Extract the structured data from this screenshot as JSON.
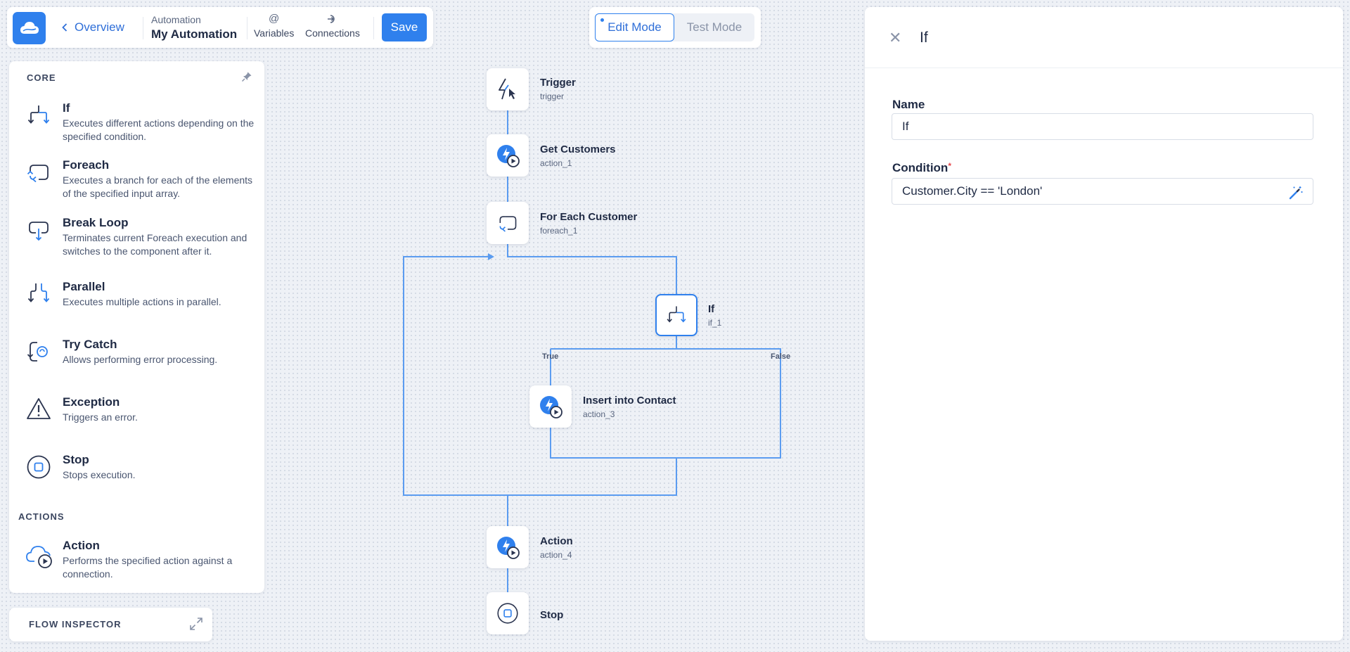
{
  "header": {
    "back_label": "Overview",
    "breadcrumb_parent": "Automation",
    "breadcrumb_title": "My Automation",
    "variables_label": "Variables",
    "connections_label": "Connections",
    "save_label": "Save"
  },
  "modes": {
    "edit": "Edit Mode",
    "test": "Test Mode"
  },
  "palette": {
    "core_heading": "CORE",
    "actions_heading": "ACTIONS",
    "items": [
      {
        "title": "If",
        "desc": "Executes different actions depending on the specified condition.",
        "icon": "if-branch-icon"
      },
      {
        "title": "Foreach",
        "desc": "Executes a branch for each of the elements of the specified input array.",
        "icon": "foreach-loop-icon"
      },
      {
        "title": "Break Loop",
        "desc": "Terminates current Foreach execution and switches to the component after it.",
        "icon": "break-loop-icon"
      },
      {
        "title": "Parallel",
        "desc": "Executes multiple actions in parallel.",
        "icon": "parallel-icon"
      },
      {
        "title": "Try Catch",
        "desc": "Allows performing error processing.",
        "icon": "try-catch-icon"
      },
      {
        "title": "Exception",
        "desc": "Triggers an error.",
        "icon": "warning-triangle-icon"
      },
      {
        "title": "Stop",
        "desc": "Stops execution.",
        "icon": "stop-icon"
      }
    ],
    "action_item": {
      "title": "Action",
      "desc": "Performs the specified action against a connection.",
      "icon": "cloud-play-icon"
    }
  },
  "inspector": {
    "label": "FLOW INSPECTOR"
  },
  "flow": {
    "nodes": [
      {
        "title": "Trigger",
        "id": "trigger"
      },
      {
        "title": "Get Customers",
        "id": "action_1"
      },
      {
        "title": "For Each Customer",
        "id": "foreach_1"
      },
      {
        "title": "If",
        "id": "if_1"
      },
      {
        "title": "Insert into Contact",
        "id": "action_3"
      },
      {
        "title": "Action",
        "id": "action_4"
      },
      {
        "title": "Stop",
        "id": ""
      }
    ],
    "true_label": "True",
    "false_label": "False"
  },
  "panel": {
    "title": "If",
    "name_label": "Name",
    "name_value": "If",
    "condition_label": "Condition",
    "condition_required": "*",
    "condition_value": "Customer.City == 'London'"
  },
  "colors": {
    "accent": "#2f80ed",
    "connector": "#5b9cf0",
    "required": "#e5484d"
  }
}
